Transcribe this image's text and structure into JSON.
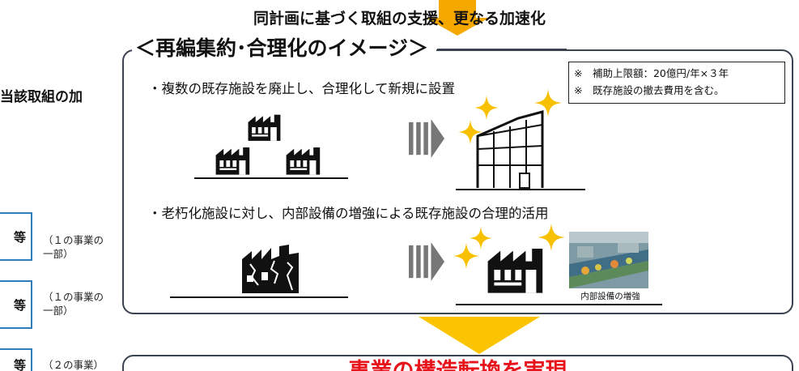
{
  "header": {
    "text": "同計画に基づく取組の支援、更なる加速化"
  },
  "left": {
    "top_text": "当該取組の加",
    "boxes": [
      "等",
      "等",
      "等"
    ],
    "notes": [
      "（１の事業の\n一部）",
      "（１の事業の\n一部）",
      "（２の事業）"
    ]
  },
  "main": {
    "title": "＜再編集約･合理化のイメージ＞",
    "note_lines": [
      "※　補助上限額：20億円/年×３年",
      "※　既存施設の撤去費用を含む。"
    ],
    "line1": "・複数の既存施設を廃止し、合理化して新規に設置",
    "line2": "・老朽化施設に対し、内部設備の増強による既存施設の合理的活用",
    "photo_caption": "内部設備の増強"
  },
  "bottom": {
    "text": "事業の構造転換を実現"
  },
  "colors": {
    "arrow_orange": "#f5a800",
    "arrow_yellow": "#fbc400",
    "sparkle": "#f7c000",
    "left_box_border": "#2f7fbf",
    "bottom_text": "#e8141c"
  },
  "icons": {
    "factory": "factory-icon",
    "new_building": "new-building-icon",
    "ruined_factory": "ruined-factory-icon",
    "sparkle": "sparkle-icon",
    "chevron": "triple-chevron-arrow-icon"
  }
}
